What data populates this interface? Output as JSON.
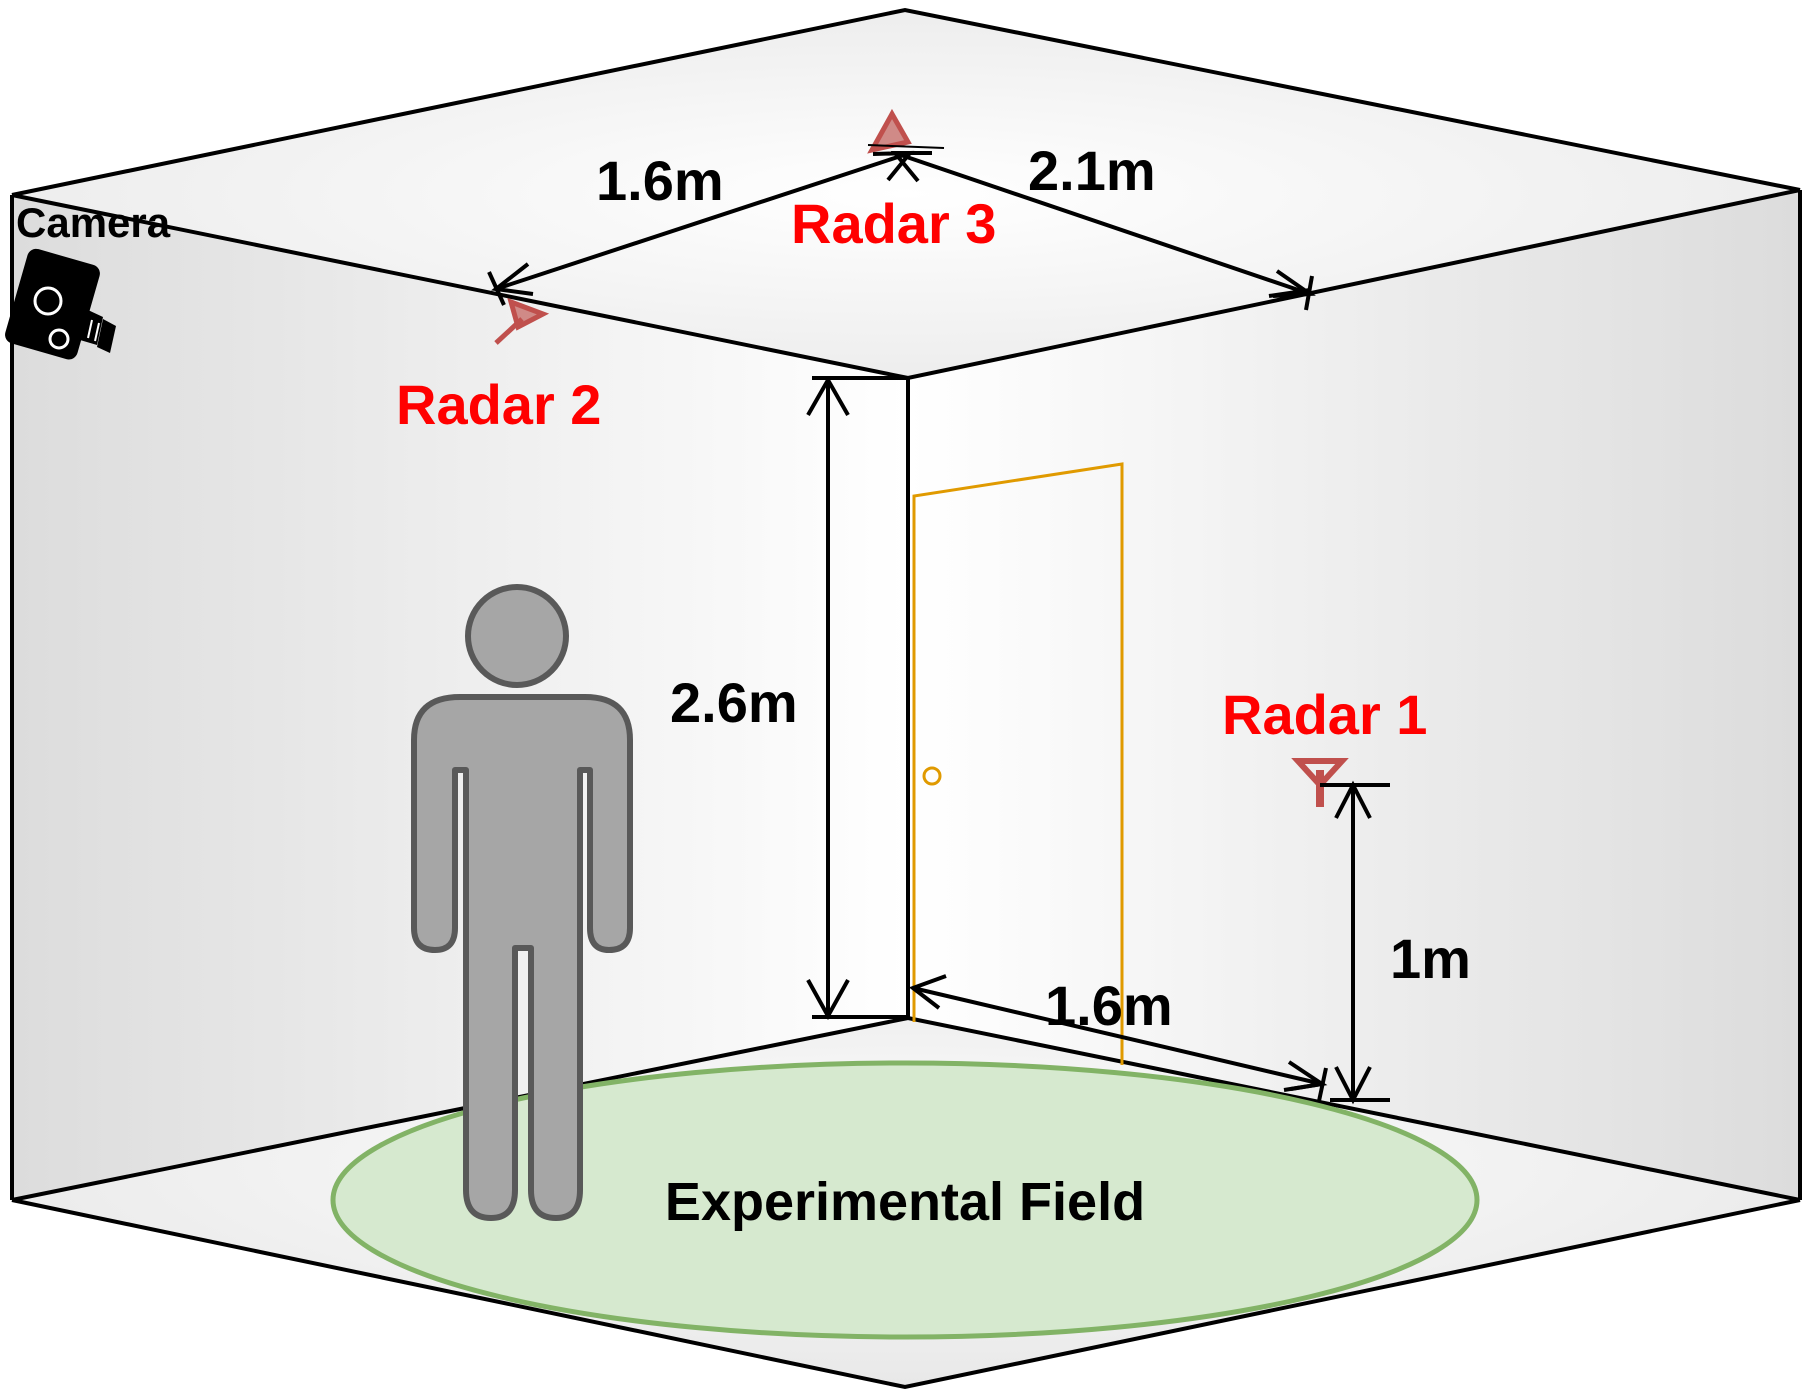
{
  "labels": {
    "camera": "Camera",
    "radar_1": "Radar 1",
    "radar_2": "Radar 2",
    "radar_3": "Radar 3",
    "field": "Experimental Field"
  },
  "dimensions": {
    "radar2_to_radar3": "1.6m",
    "radar3_to_right_wall": "2.1m",
    "wall_height": "2.6m",
    "radar1_height": "1m",
    "corner_to_radar1": "1.6m"
  },
  "colors": {
    "radar": "#ff0000",
    "radar_icon": "#c0504d",
    "door": "#e09a00",
    "person": "#a6a6a6",
    "person_outline": "#595959",
    "field_fill": "#d6e9cf",
    "field_stroke": "#82b366",
    "wall": "#e8e8e8"
  },
  "icons": [
    "camera-icon",
    "radar-icon",
    "person-icon",
    "door-icon"
  ]
}
